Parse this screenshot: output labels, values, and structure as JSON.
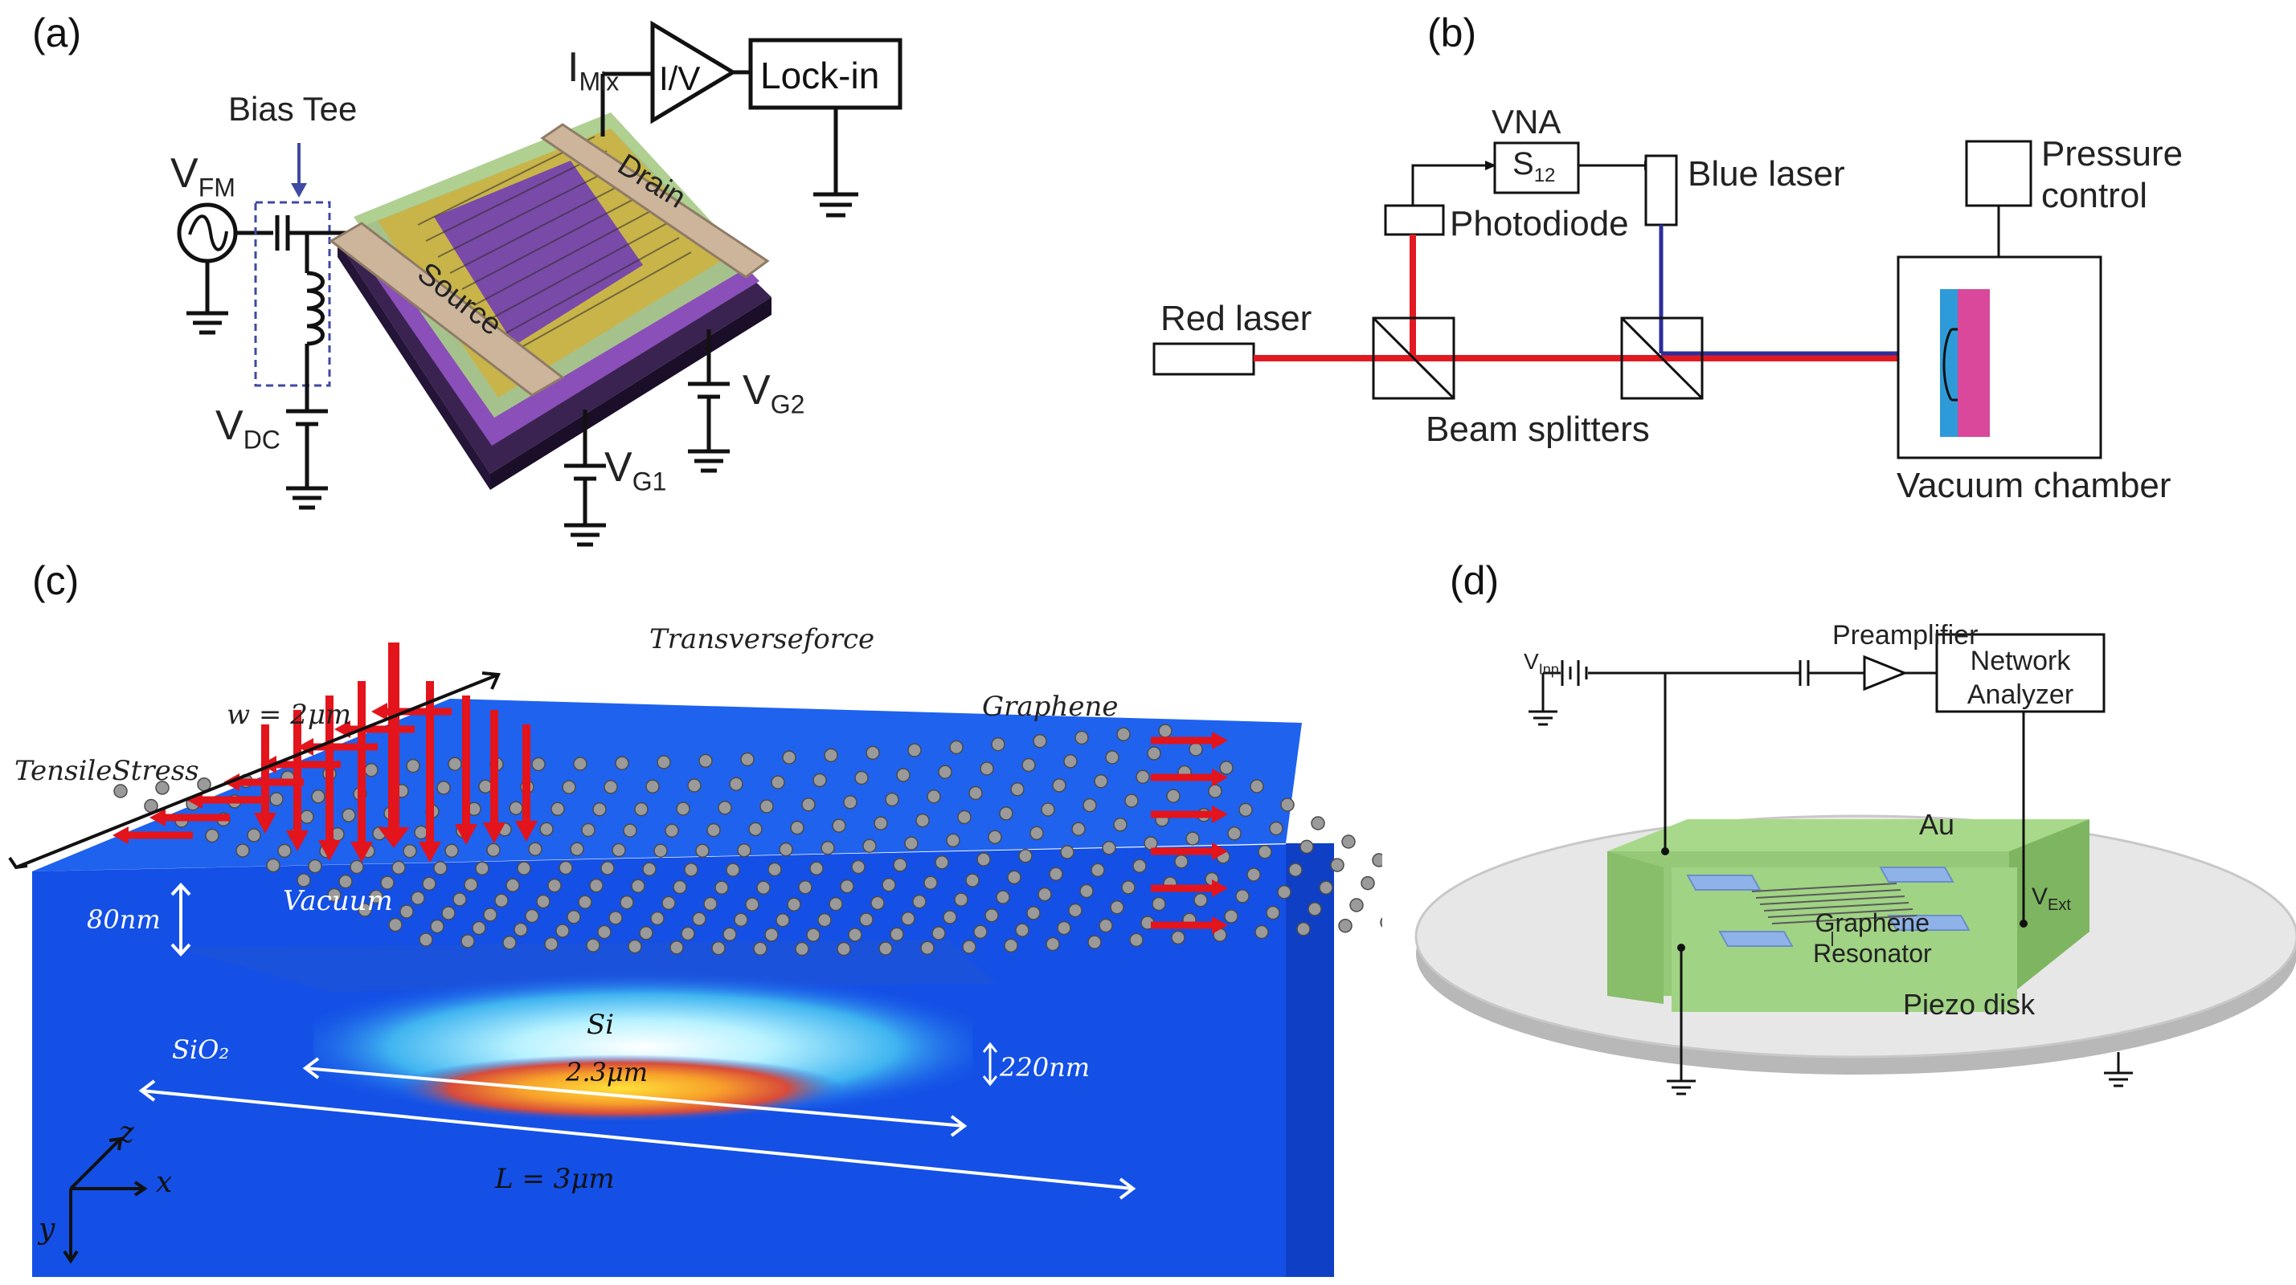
{
  "panels": {
    "a": {
      "label": "(a)",
      "bias_tee": "Bias Tee",
      "v_fm_main": "V",
      "v_fm_sub": "FM",
      "v_dc_main": "V",
      "v_dc_sub": "DC",
      "i_mix_main": "I",
      "i_mix_sub": "Mix",
      "amp": "I/V",
      "lockin": "Lock-in",
      "drain": "Drain",
      "source": "Source",
      "v_g2_main": "V",
      "v_g2_sub": "G2",
      "v_g1_main": "V",
      "v_g1_sub": "G1"
    },
    "b": {
      "label": "(b)",
      "vna": "VNA",
      "s12_main": "S",
      "s12_sub": "12",
      "blue_laser": "Blue laser",
      "photodiode": "Photodiode",
      "pressure_line1": "Pressure",
      "pressure_line2": "control",
      "red_laser": "Red laser",
      "beam_splitters": "Beam splitters",
      "vacuum_chamber": "Vacuum chamber"
    },
    "c": {
      "label": "(c)",
      "transverse_force": "Transverseforce",
      "width": "w = 2μm",
      "graphene": "Graphene",
      "tensile_stress": "TensileStress",
      "gap": "80nm",
      "vacuum": "Vacuum",
      "si": "Si",
      "sio2": "SiO₂",
      "si_width": "2.3μm",
      "thickness": "220nm",
      "length": "L = 3μm",
      "axis_z": "z",
      "axis_x": "x",
      "axis_y": "y"
    },
    "d": {
      "label": "(d)",
      "v_inp_main": "V",
      "v_inp_sub": "Inp",
      "preamplifier": "Preamplifier",
      "network_line1": "Network",
      "network_line2": "Analyzer",
      "au": "Au",
      "graphene_line1": "Graphene",
      "graphene_line2": "Resonator",
      "v_ext_main": "V",
      "v_ext_sub": "Ext",
      "piezo": "Piezo disk"
    }
  },
  "colors": {
    "red_beam": "#e11a22",
    "blue_beam": "#2a2f9a",
    "substrate_blue": "#1450e6",
    "arrow_red": "#e3141b",
    "green_device": "#a8d98a",
    "contact_blue": "#8fb3e8",
    "magenta": "#d9489a",
    "cyan_strip": "#2e9bd8"
  }
}
